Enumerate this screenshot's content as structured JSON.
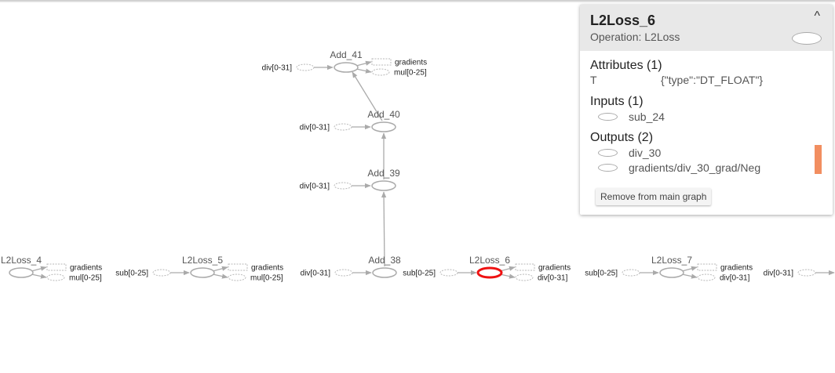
{
  "graph": {
    "nodes": [
      {
        "id": "Add_41",
        "title": "Add_41",
        "stubs": {
          "input": "div[0-31]",
          "outputs": [
            "gradients",
            "mul[0-25]"
          ]
        }
      },
      {
        "id": "Add_40",
        "title": "Add_40",
        "stubs": {
          "input": "div[0-31]",
          "outputs": []
        }
      },
      {
        "id": "Add_39",
        "title": "Add_39",
        "stubs": {
          "input": "div[0-31]",
          "outputs": []
        }
      },
      {
        "id": "L2Loss_4",
        "title": "L2Loss_4",
        "stubs": {
          "input": "",
          "outputs": [
            "gradients",
            "mul[0-25]"
          ]
        }
      },
      {
        "id": "L2Loss_5",
        "title": "L2Loss_5",
        "stubs": {
          "input": "sub[0-25]",
          "outputs": [
            "gradients",
            "mul[0-25]"
          ]
        }
      },
      {
        "id": "Add_38",
        "title": "Add_38",
        "stubs": {
          "input": "div[0-31]",
          "outputs": []
        }
      },
      {
        "id": "L2Loss_6",
        "title": "L2Loss_6",
        "selected": true,
        "stubs": {
          "input": "sub[0-25]",
          "outputs": [
            "gradients",
            "div[0-31]"
          ]
        }
      },
      {
        "id": "L2Loss_7",
        "title": "L2Loss_7",
        "stubs": {
          "input": "sub[0-25]",
          "outputs": [
            "gradients",
            "div[0-31]"
          ]
        }
      },
      {
        "id": "right_partial",
        "title": "",
        "stubs": {
          "input": "div[0-31]",
          "outputs": []
        }
      }
    ],
    "edges": [
      [
        "Add_38",
        "Add_39"
      ],
      [
        "Add_39",
        "Add_40"
      ],
      [
        "Add_40",
        "Add_41"
      ]
    ]
  },
  "info_card": {
    "title": "L2Loss_6",
    "subtitle": "Operation: L2Loss",
    "collapse_icon": "^",
    "attributes": {
      "heading": "Attributes (1)",
      "items": [
        {
          "key": "T",
          "value": "{\"type\":\"DT_FLOAT\"}"
        }
      ]
    },
    "inputs": {
      "heading": "Inputs (1)",
      "items": [
        "sub_24"
      ]
    },
    "outputs": {
      "heading": "Outputs (2)",
      "items": [
        "div_30",
        "gradients/div_30_grad/Neg"
      ]
    },
    "remove_button": "Remove from main graph",
    "colors": {
      "selected_node": "#ee1111",
      "scroll_marker": "#f28e60",
      "header_bg": "#e8e8e8"
    }
  }
}
